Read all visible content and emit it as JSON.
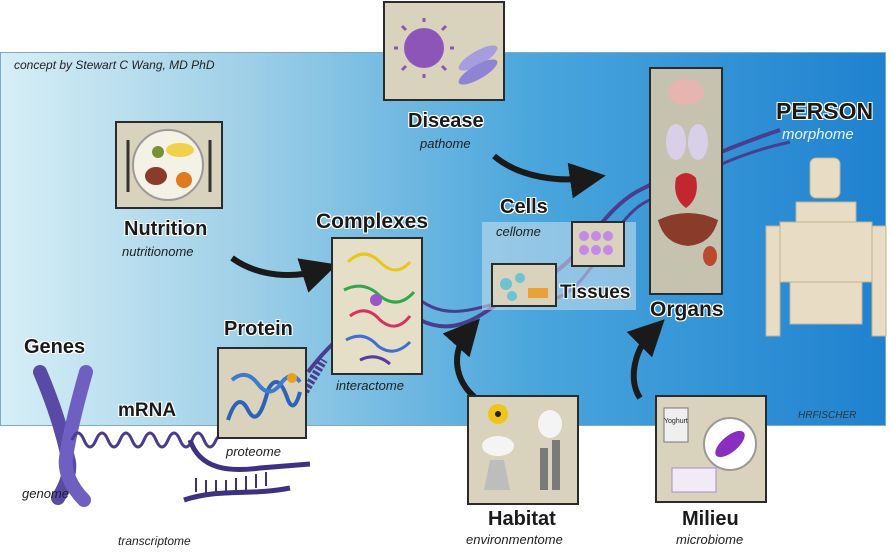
{
  "credit": "concept by Stewart C Wang, MD PhD",
  "signature": "HRFISCHER",
  "stages": {
    "genes": {
      "title": "Genes",
      "ome": "genome"
    },
    "mrna": {
      "title": "mRNA",
      "ome": "transcriptome"
    },
    "protein": {
      "title": "Protein",
      "ome": "proteome"
    },
    "complexes": {
      "title": "Complexes",
      "ome": "interactome"
    },
    "cells": {
      "title": "Cells",
      "ome": "cellome"
    },
    "tissues": {
      "title": "Tissues"
    },
    "organs": {
      "title": "Organs"
    },
    "person": {
      "title": "PERSON",
      "ome": "morphome"
    }
  },
  "influences": {
    "nutrition": {
      "title": "Nutrition",
      "ome": "nutritionome"
    },
    "disease": {
      "title": "Disease",
      "ome": "pathome"
    },
    "habitat": {
      "title": "Habitat",
      "ome": "environmentome"
    },
    "milieu": {
      "title": "Milieu",
      "ome": "microbiome"
    }
  },
  "yogurt_label": "Yoghurt",
  "colors": {
    "strand": "#4a3d8f",
    "arrow": "#1a1a1a",
    "panel": "#d9d2bc",
    "bg_left": "#d6eef6",
    "bg_right": "#1f82d0"
  }
}
